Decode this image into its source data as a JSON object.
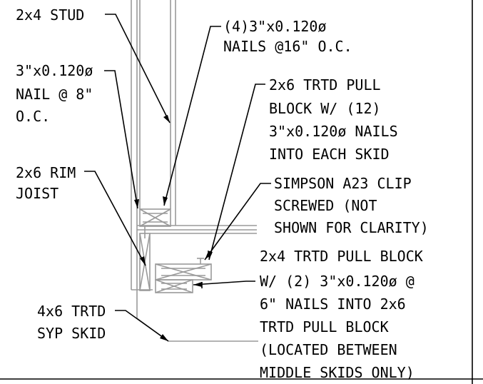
{
  "labels": {
    "stud": [
      "2x4 STUD"
    ],
    "nails_16": [
      "(4)3\"x0.120ø",
      "NAILS @16\" O.C."
    ],
    "nail_8": [
      "3\"x0.120ø",
      "NAIL @ 8\"",
      "O.C."
    ],
    "pull_block_2x6": [
      "2x6 TRTD PULL",
      "BLOCK W/ (12)",
      "3\"x0.120ø NAILS",
      "INTO EACH SKID"
    ],
    "rim_joist": [
      "2x6 RIM",
      "JOIST"
    ],
    "simpson_clip": [
      "SIMPSON A23 CLIP",
      "SCREWED (NOT",
      "SHOWN FOR CLARITY)"
    ],
    "pull_block_2x4": [
      "2x4 TRTD PULL BLOCK",
      "W/ (2) 3\"x0.120ø @",
      "6\" NAILS INTO 2x6",
      "TRTD PULL BLOCK",
      "(LOCATED BETWEEN",
      "MIDDLE SKIDS ONLY)"
    ],
    "skid": [
      "4x6 TRTD",
      "SYP SKID"
    ]
  }
}
